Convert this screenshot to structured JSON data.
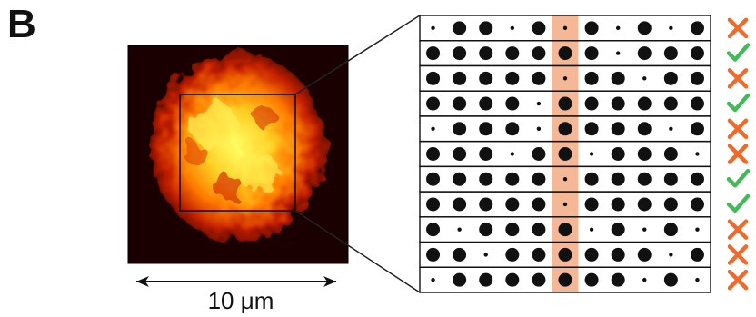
{
  "panel": {
    "label": "B",
    "scale_bar_label": "10 μm"
  },
  "colors": {
    "highlight": "#f4b896",
    "check": "#44b95a",
    "cross": "#f26a2a",
    "dot": "#111111"
  },
  "grid": {
    "highlight_column": 5,
    "rows": [
      {
        "dots": [
          0,
          1,
          1,
          0,
          1,
          0,
          1,
          0,
          1,
          0,
          1
        ],
        "result": "cross"
      },
      {
        "dots": [
          1,
          1,
          1,
          1,
          1,
          1,
          1,
          0,
          1,
          1,
          1
        ],
        "result": "check"
      },
      {
        "dots": [
          1,
          1,
          1,
          1,
          1,
          0,
          1,
          1,
          0,
          1,
          1
        ],
        "result": "cross"
      },
      {
        "dots": [
          1,
          1,
          1,
          1,
          0,
          1,
          1,
          1,
          1,
          1,
          1
        ],
        "result": "check"
      },
      {
        "dots": [
          0,
          1,
          1,
          1,
          0,
          1,
          1,
          1,
          1,
          0,
          1
        ],
        "result": "cross"
      },
      {
        "dots": [
          1,
          1,
          1,
          0,
          1,
          1,
          0,
          1,
          1,
          1,
          0
        ],
        "result": "cross"
      },
      {
        "dots": [
          1,
          1,
          1,
          1,
          1,
          0,
          1,
          1,
          1,
          1,
          1
        ],
        "result": "check"
      },
      {
        "dots": [
          1,
          1,
          1,
          1,
          1,
          0,
          1,
          1,
          1,
          1,
          1
        ],
        "result": "check"
      },
      {
        "dots": [
          1,
          0,
          1,
          1,
          1,
          1,
          0,
          1,
          0,
          1,
          0
        ],
        "result": "cross"
      },
      {
        "dots": [
          1,
          1,
          0,
          1,
          1,
          1,
          1,
          1,
          1,
          0,
          1
        ],
        "result": "cross"
      },
      {
        "dots": [
          0,
          1,
          1,
          1,
          1,
          1,
          1,
          1,
          0,
          1,
          0
        ],
        "result": "cross"
      }
    ]
  }
}
